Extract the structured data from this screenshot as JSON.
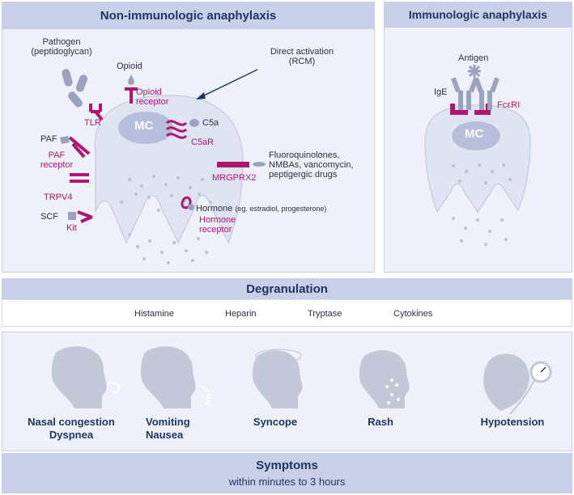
{
  "non_immunologic": {
    "title": "Non-immunologic anaphylaxis",
    "cell_label": "MC",
    "pathogen": "Pathogen\n(peptidoglycan)",
    "tlr": "TLR",
    "opioid": "Opioid",
    "opioid_receptor": "Opioid\nreceptor",
    "direct_activation": "Direct activation\n(RCM)",
    "c5a": "C5a",
    "c5ar": "C5aR",
    "paf": "PAF",
    "paf_receptor": "PAF\nreceptor",
    "drugs": "Fluoroquinolones,\nNMBAs, vancomycin,\npeptigergic drugs",
    "mrgprx2": "MRGPRX2",
    "trpv4": "TRPV4",
    "hormone": "Hormone",
    "hormone_examples": "(eg. estradiol, progesterone)",
    "hormone_receptor": "Hormone\nreceptor",
    "scf": "SCF",
    "kit": "Kit"
  },
  "immunologic": {
    "title": "Immunologic anaphylaxis",
    "antigen": "Antigen",
    "ige": "IgE",
    "fceri": "FcεRI",
    "cell_label": "MC"
  },
  "degranulation": {
    "title": "Degranulation",
    "mediators": [
      "Histamine",
      "Heparin",
      "Tryptase",
      "Cytokines"
    ]
  },
  "symptoms": {
    "items": [
      "Nasal congestion\nDyspnea",
      "Vomiting\nNausea",
      "Syncope",
      "Rash",
      "Hypotension"
    ],
    "title": "Symptoms",
    "subtitle": "within minutes to 3 hours"
  },
  "colors": {
    "magenta": "#b0166d",
    "navy": "#1f3565",
    "cell": "#dfe3f2",
    "panel": "#eef1f9",
    "header": "#c9cfe6"
  },
  "icons": [
    "pathogen-icon",
    "antibody-icon",
    "antigen-icon",
    "receptor-icon",
    "head-silhouette-icon",
    "heart-icon",
    "pressure-gauge-icon"
  ]
}
